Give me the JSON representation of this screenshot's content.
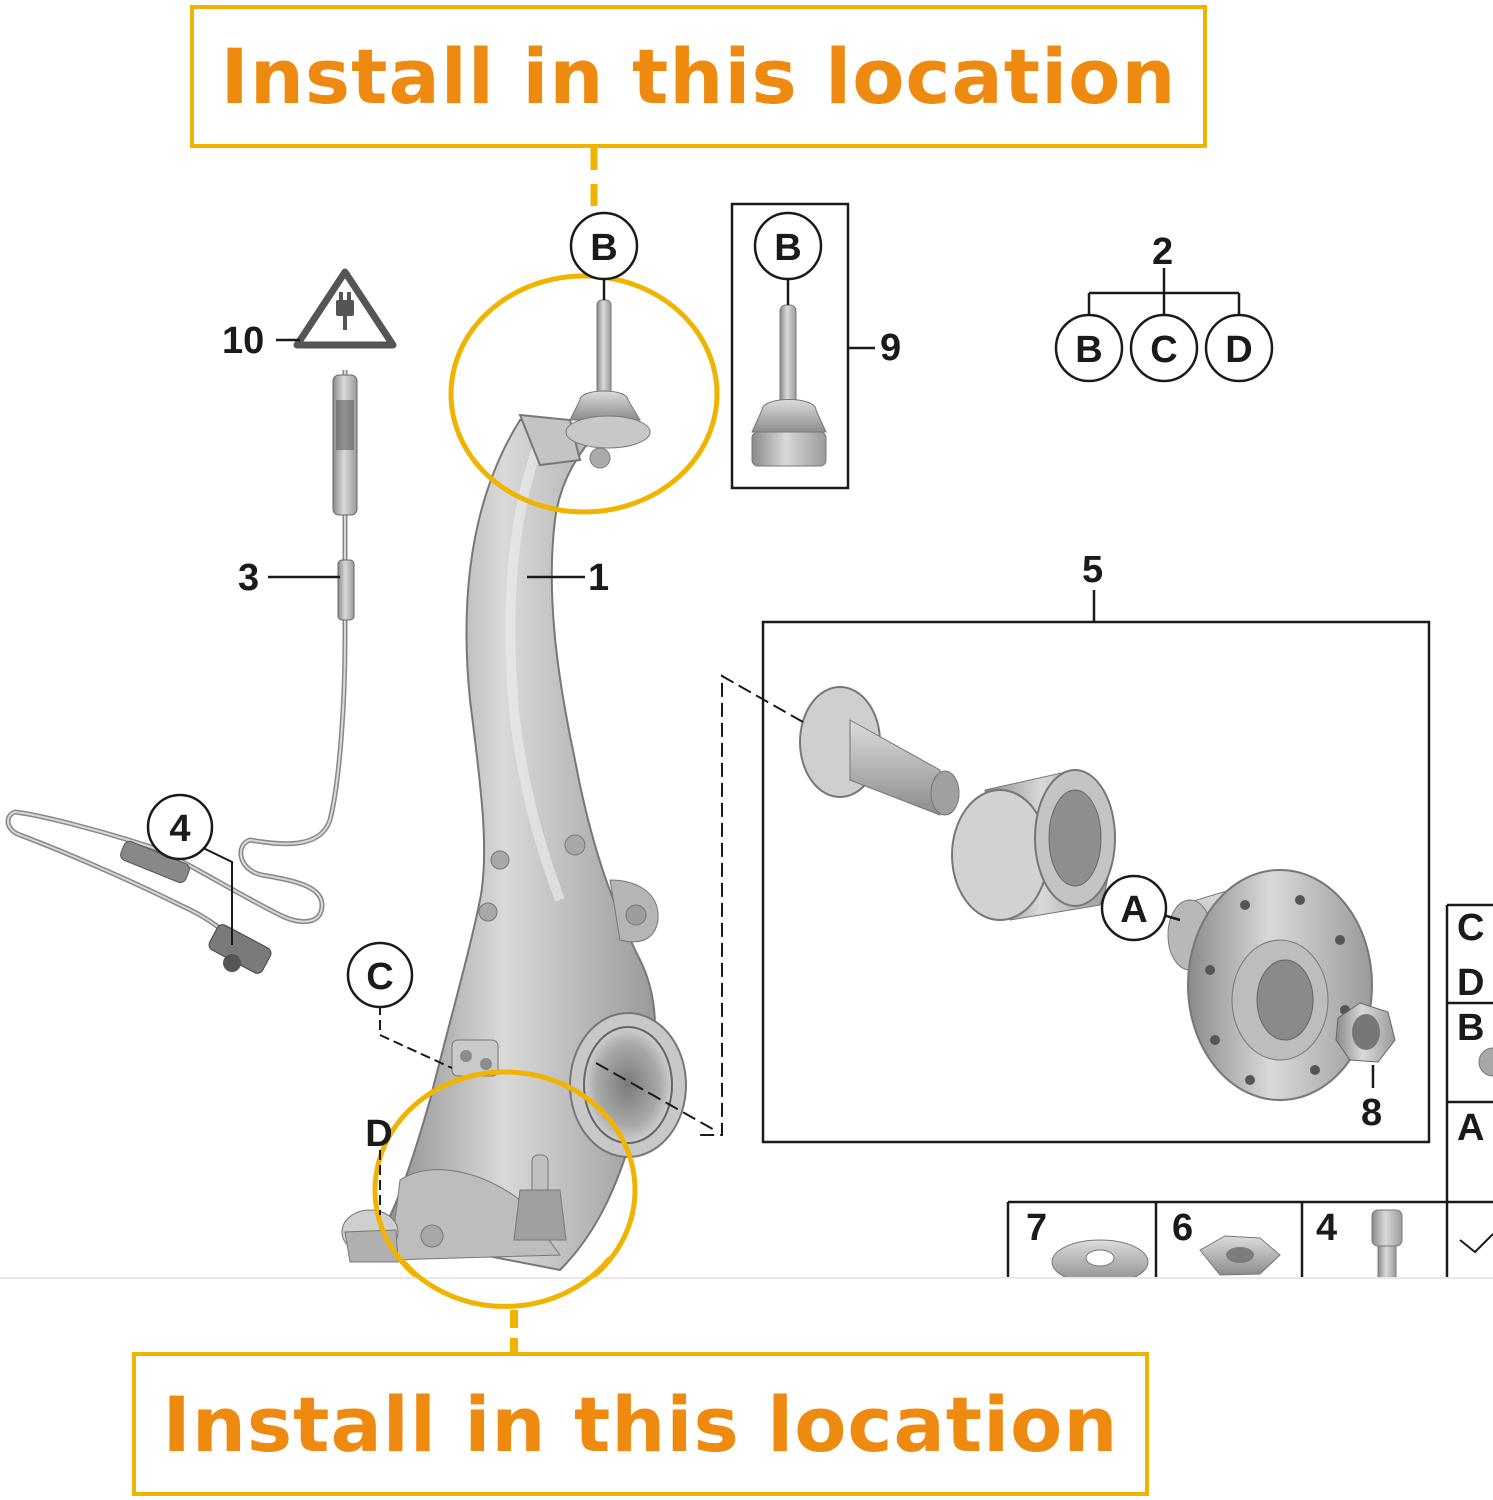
{
  "banners": {
    "top": "Install in this location",
    "bottom": "Install in this location"
  },
  "callouts": {
    "knuckle": "1",
    "joint_group": "2",
    "sensor_cable": "3",
    "sensor_screw": "4",
    "hub_kit": "5",
    "nut_8": "8",
    "ball_joint": "9",
    "plug_symbol": "10"
  },
  "letters": {
    "b_top": "B",
    "b_box9": "B",
    "group_b": "B",
    "group_c": "C",
    "group_d": "D",
    "c_knuckle": "C",
    "d_knuckle": "D",
    "a_bearing": "A"
  },
  "side_table": {
    "rows": [
      "C",
      "D",
      "B",
      "A"
    ],
    "bottom_cells": [
      "7",
      "6",
      "4"
    ]
  },
  "colors": {
    "highlight": "#f0b400",
    "banner_text": "#ee8a10",
    "line": "#1a1a1a",
    "part_metal": "#b8b8b8"
  },
  "icons": {
    "plug": "electrical-plug-warning-icon"
  }
}
